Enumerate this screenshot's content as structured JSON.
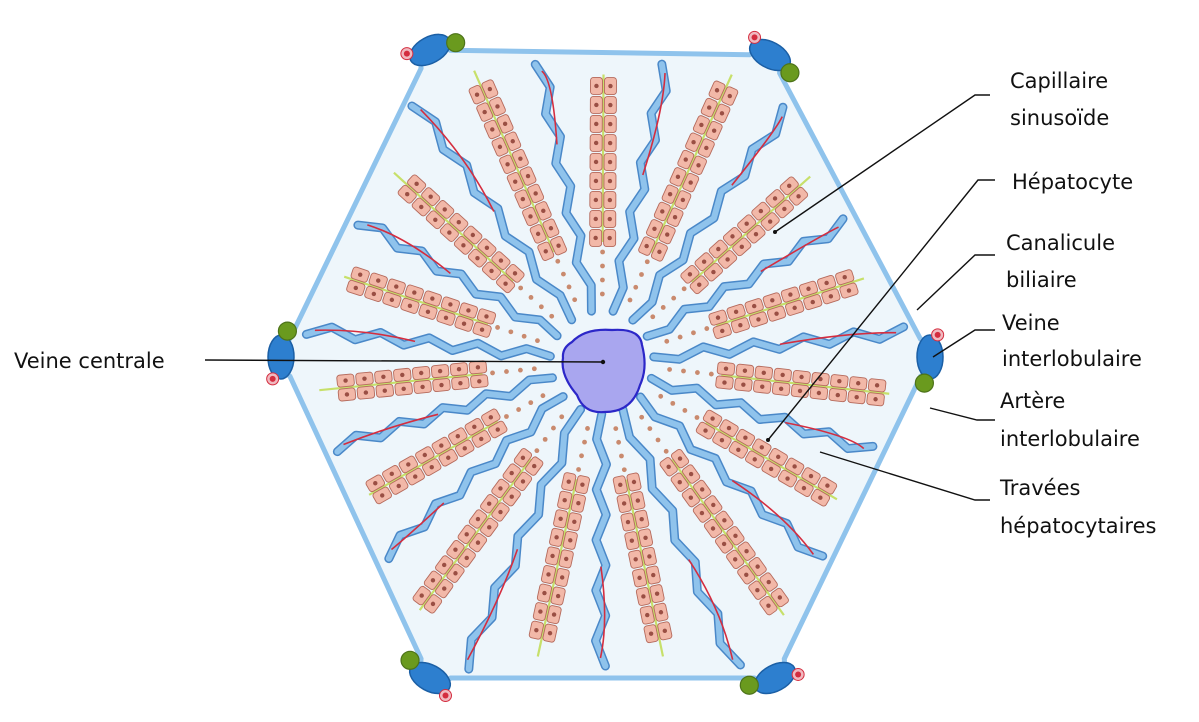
{
  "labels": {
    "capillaire_line1": "Capillaire",
    "capillaire_line2": "sinusoïde",
    "hepatocyte": "Hépatocyte",
    "canalicule_line1": "Canalicule",
    "canalicule_line2": "biliaire",
    "veine_inter_line1": "Veine",
    "veine_inter_line2": "interlobulaire",
    "artere_line1": "Artère",
    "artere_line2": "interlobulaire",
    "travees_line1": "Travées",
    "travees_line2": "hépatocytaires",
    "veine_centrale": "Veine centrale"
  },
  "colors": {
    "hepatocyte_fill": "#f2b8a8",
    "hepatocyte_stroke": "#b56a5c",
    "sinusoid": "#8fc3ec",
    "sinusoid_edge": "#4a88c8",
    "bile_canaliculus": "#c7e06a",
    "central_vein": "#a9a6ef",
    "central_vein_edge": "#2c27c8",
    "portal_vein": "#2d7fcf",
    "bile_duct": "#6a9a1e",
    "artery": "#d42d3f",
    "lobule_fill": "#eef6fb"
  },
  "structure": {
    "portal_triads": 6,
    "hepatocyte_plates": 15
  }
}
